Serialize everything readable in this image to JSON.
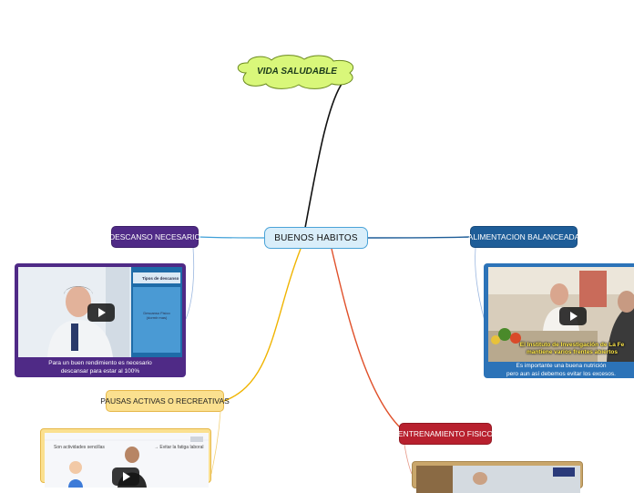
{
  "map": {
    "root": "VIDA SALUDABLE",
    "central": "BUENOS HABITOS",
    "topics": {
      "descanso": "DESCANSO NECESARIO",
      "alimentacion": "ALIMENTACION BALANCEADA",
      "pausas": "PAUSAS ACTIVAS O RECREATIVAS",
      "entrenamiento": "ENTRENAMIENTO FISICO"
    }
  },
  "cards": {
    "descanso": {
      "caption_1": "Para un buen rendimiento es necesario",
      "caption_2": "descansar para estar al 100%",
      "panel_title": "Tipos de descanso",
      "panel_line_1": "Descanso Fisico",
      "panel_line_2": "(dormir mas)"
    },
    "alimentacion": {
      "overlay_1": "El Instituto de Investigación de La Fe",
      "overlay_2": "mantiene varios frentes abiertos",
      "caption_1": "Es importante una buena nutrición",
      "caption_2": "pero aun así debemos evitar los excesos."
    },
    "pausas": {
      "label_left": "Son actividades sencillas",
      "label_right": "→ Evitar la fatiga laboral"
    }
  },
  "colors": {
    "central_fill": "#d9eefa",
    "descanso": "#4f2a86",
    "alimentacion": "#1e5d98",
    "pausas": "#fbe08f",
    "entrenamiento": "#b8202e",
    "root_cloud": "#d9f77a"
  }
}
